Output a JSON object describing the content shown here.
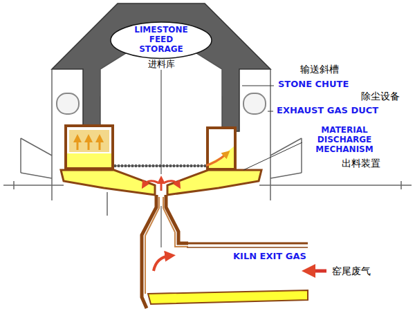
{
  "diagram": {
    "nodes": [
      {
        "text": [
          "LIMESTONE FEED STORAGE",
          "进料库"
        ]
      }
    ],
    "labels": [
      "输送斜槽",
      "STONE CHUTE",
      "除尘设备",
      "EXHAUST GAS DUCT",
      "MATERIAL DISCHARGE MECHANISM",
      "出料装置",
      "KILN EXIT GAS",
      "窑尾废气"
    ]
  }
}
